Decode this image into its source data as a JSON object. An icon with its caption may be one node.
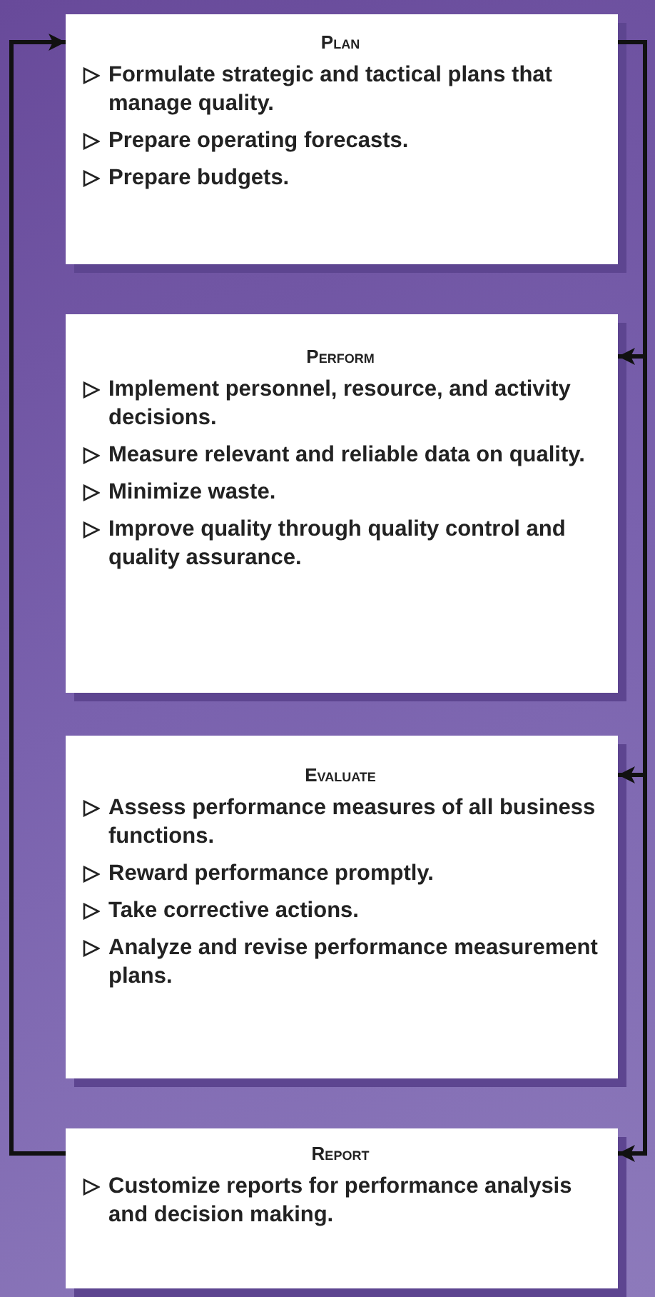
{
  "diagram": {
    "nodes": [
      {
        "text": [
          "Plan",
          "Formulate strategic and tactical plans that manage quality.",
          "Prepare operating forecasts.",
          "Prepare budgets."
        ]
      },
      {
        "text": [
          "Perform",
          "Implement personnel, resource, and activity decisions.",
          "Measure relevant and reliable data on quality.",
          "Minimize waste.",
          "Improve quality through quality control and quality assurance."
        ]
      },
      {
        "text": [
          "Evaluate",
          "Assess performance measures of all business functions.",
          "Reward performance promptly.",
          "Take corrective actions.",
          "Analyze and revise performance measurement plans."
        ]
      },
      {
        "text": [
          "Report",
          "Customize reports for performance analysis and decision making."
        ]
      }
    ],
    "edges": [
      {
        "from": 3,
        "to": 0,
        "arrow": "to"
      },
      {
        "from": 0,
        "to": 1,
        "arrow": "to"
      },
      {
        "from": 0,
        "to": 2,
        "arrow": "to"
      },
      {
        "from": 0,
        "to": 3,
        "arrow": "to"
      }
    ]
  }
}
